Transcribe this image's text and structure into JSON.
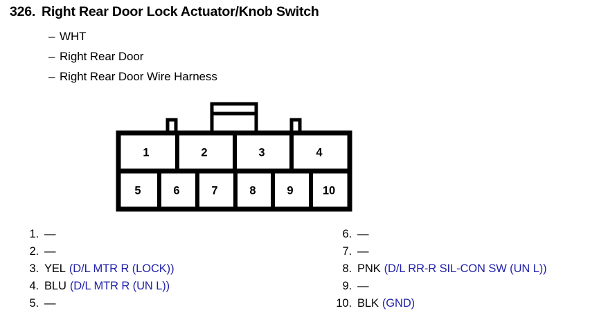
{
  "header": {
    "number": "326.",
    "title": "Right Rear Door Lock Actuator/Knob Switch",
    "dash": "–",
    "sub_items": [
      "WHT",
      "Right Rear Door",
      "Right Rear Door Wire Harness"
    ]
  },
  "connector": {
    "name": "10-pin-connector-diagram",
    "top_row_pins": [
      "1",
      "2",
      "3",
      "4"
    ],
    "bottom_row_pins": [
      "5",
      "6",
      "7",
      "8",
      "9",
      "10"
    ],
    "latch": "center-latch",
    "side_tabs": [
      "left-tab",
      "right-tab"
    ],
    "stroke_color": "#000000",
    "fill_color": "#ffffff"
  },
  "pin_list": {
    "empty_marker": "—",
    "desc_color": "#2222aa",
    "left_column": [
      {
        "index": "1.",
        "color": "",
        "desc": ""
      },
      {
        "index": "2.",
        "color": "",
        "desc": ""
      },
      {
        "index": "3.",
        "color": "YEL",
        "desc": "(D/L MTR R (LOCK))"
      },
      {
        "index": "4.",
        "color": "BLU",
        "desc": "(D/L MTR R (UN L))"
      },
      {
        "index": "5.",
        "color": "",
        "desc": ""
      }
    ],
    "right_column": [
      {
        "index": "6.",
        "color": "",
        "desc": ""
      },
      {
        "index": "7.",
        "color": "",
        "desc": ""
      },
      {
        "index": "8.",
        "color": "PNK",
        "desc": "(D/L RR-R SIL-CON SW (UN L))"
      },
      {
        "index": "9.",
        "color": "",
        "desc": ""
      },
      {
        "index": "10.",
        "color": "BLK",
        "desc": "(GND)"
      }
    ]
  }
}
